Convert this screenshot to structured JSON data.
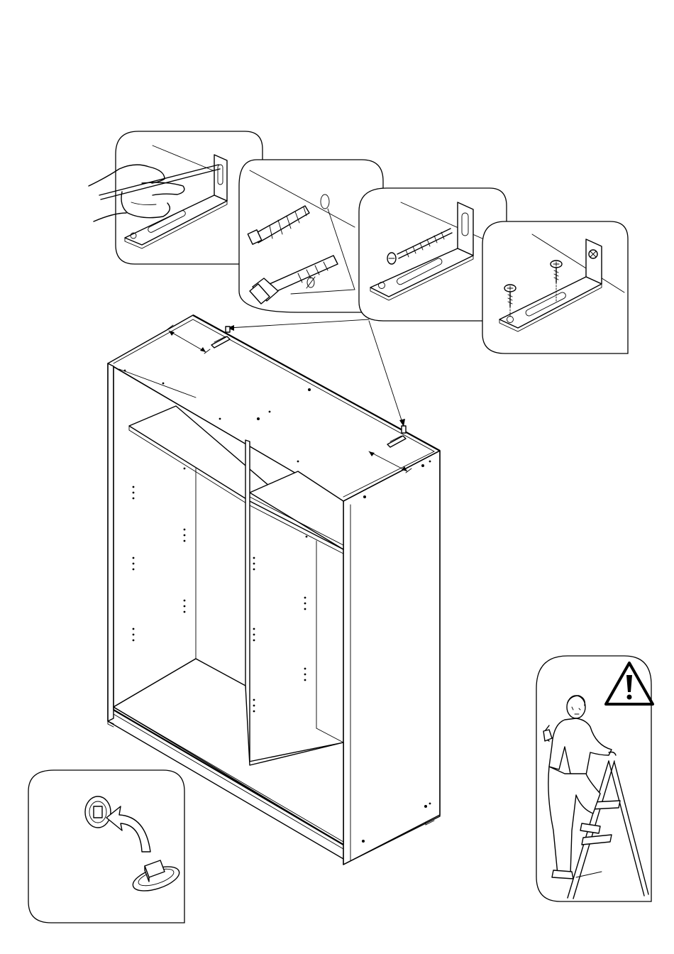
{
  "page": {
    "background": "#ffffff",
    "line_color": "#000000"
  },
  "illustrations": [
    {
      "name": "wall-marking-detail",
      "icon": "pencil-marking-hand"
    },
    {
      "name": "wall-plug-detail",
      "icon": "wall-plug-and-drill"
    },
    {
      "name": "bracket-screw-detail",
      "icon": "bracket-with-wall-screw"
    },
    {
      "name": "bracket-fixing-detail",
      "icon": "bracket-with-two-screws"
    },
    {
      "name": "wardrobe-frame",
      "icon": "wardrobe-carcass"
    },
    {
      "name": "cap-cover-detail",
      "icon": "screw-cap-with-arrow"
    },
    {
      "name": "safety-warning",
      "icon": "warning-triangle-with-man-on-ladder"
    }
  ]
}
